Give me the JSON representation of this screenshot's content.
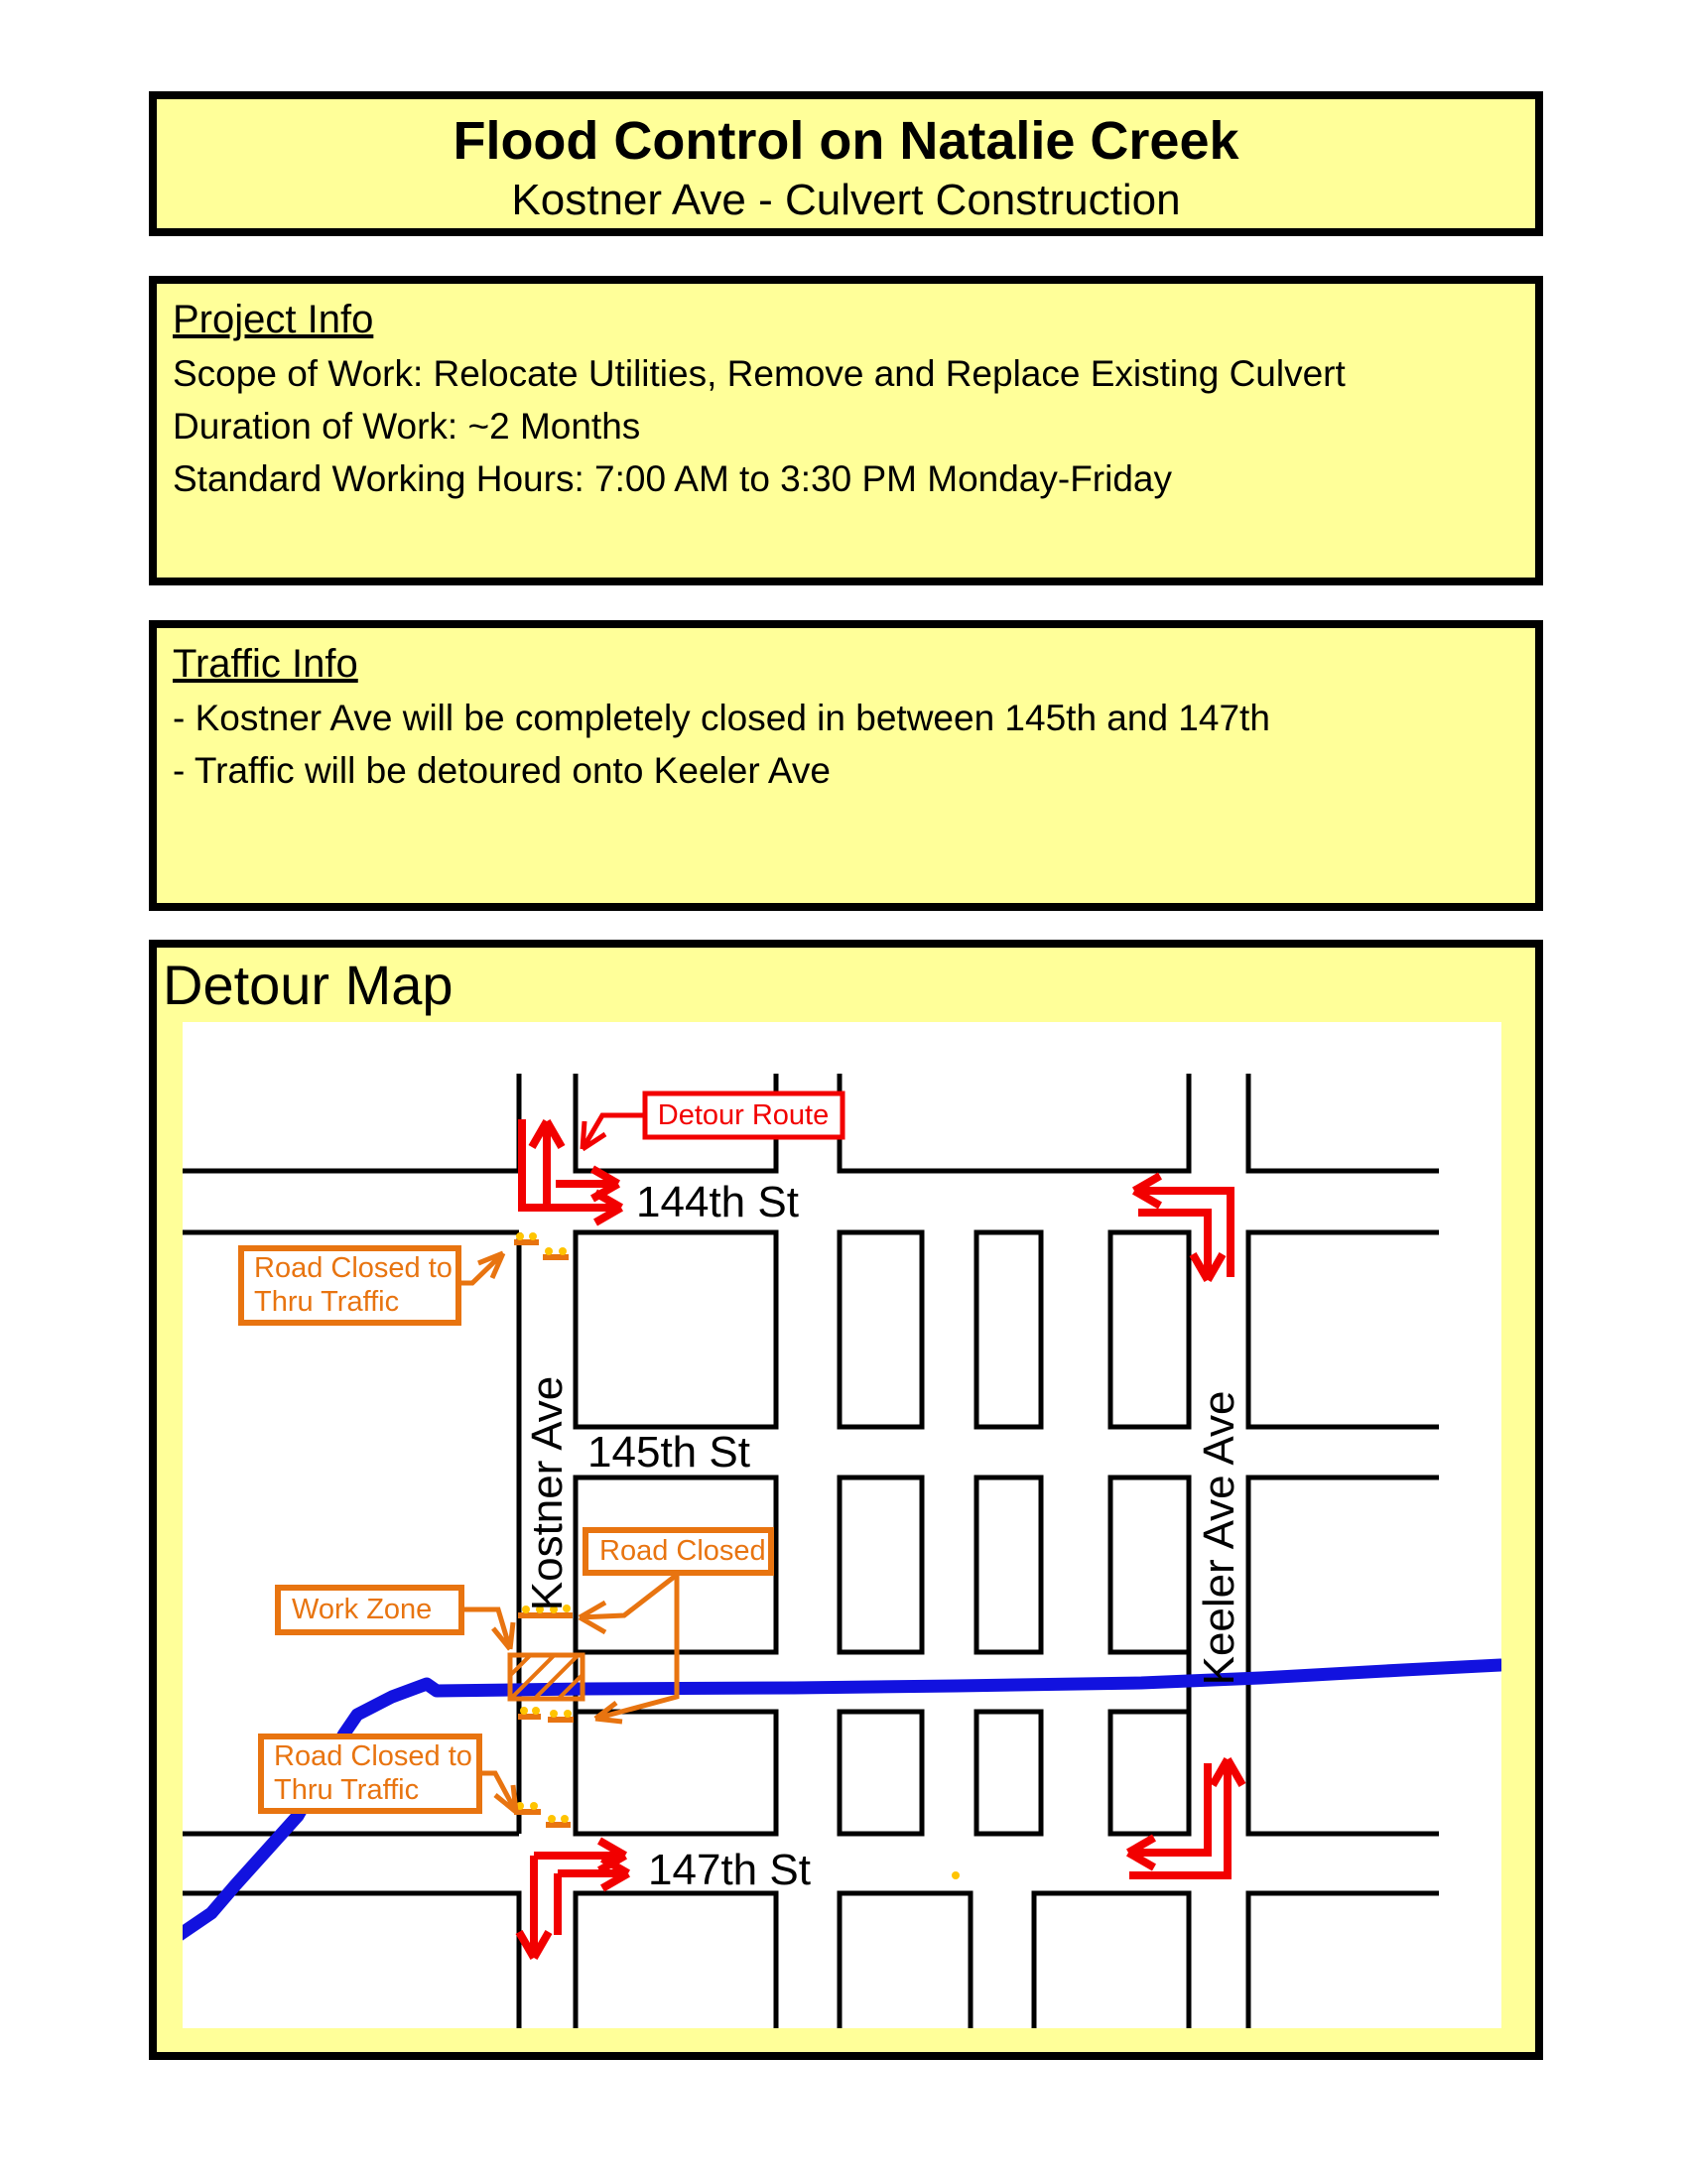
{
  "title": {
    "line1": "Flood Control on Natalie Creek",
    "line2": "Kostner Ave - Culvert Construction"
  },
  "project_info": {
    "header": "Project Info",
    "lines": [
      "Scope of Work: Relocate Utilities, Remove and Replace Existing Culvert",
      "Duration of Work: ~2 Months",
      "Standard Working Hours: 7:00 AM to 3:30 PM Monday-Friday"
    ]
  },
  "traffic_info": {
    "header": "Traffic Info",
    "lines": [
      "- Kostner Ave will be completely closed in between 145th and 147th",
      "- Traffic will be detoured onto Keeler Ave"
    ]
  },
  "detour_map": {
    "heading": "Detour Map",
    "streets": {
      "street_144": "144th St",
      "street_145": "145th St",
      "street_147": "147th St",
      "kostner": "Kostner Ave",
      "keeler": "Keeler Ave Ave"
    },
    "labels": {
      "detour_route": "Detour Route",
      "road_closed_thru_line1": "Road Closed to",
      "road_closed_thru_line2": "Thru Traffic",
      "road_closed": "Road Closed",
      "work_zone": "Work Zone"
    },
    "colors": {
      "panel_yellow": "#FFFF99",
      "road_black": "#000000",
      "detour_red": "#F20000",
      "construction_orange": "#E87410",
      "barricade_gold": "#FFC400",
      "creek_blue": "#1212DF"
    }
  }
}
